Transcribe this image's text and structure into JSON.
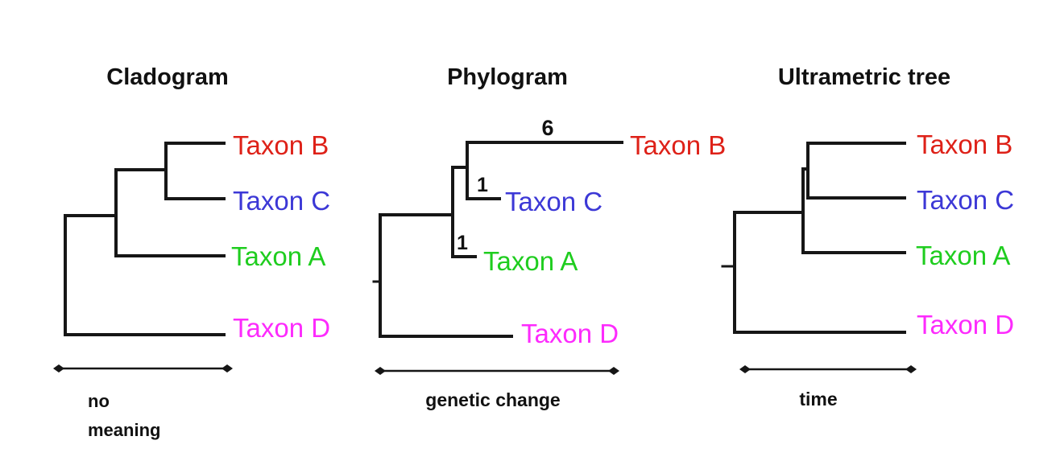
{
  "figure": {
    "background": "#ffffff",
    "line_color": "#161616",
    "text_color": "#111111"
  },
  "colors": {
    "taxon_b": "#de2118",
    "taxon_c": "#3c38d6",
    "taxon_a": "#1fcd1f",
    "taxon_d": "#fd2bfd"
  },
  "panels": {
    "cladogram": {
      "title": "Cladogram",
      "taxa": {
        "b": "Taxon B",
        "c": "Taxon C",
        "a": "Taxon A",
        "d": "Taxon D"
      },
      "axis_label_line1": "no",
      "axis_label_line2": "meaning"
    },
    "phylogram": {
      "title": "Phylogram",
      "taxa": {
        "b": "Taxon B",
        "c": "Taxon C",
        "a": "Taxon A",
        "d": "Taxon D"
      },
      "branch_lengths": {
        "b": "6",
        "c": "1",
        "a": "1"
      },
      "axis_label": "genetic change"
    },
    "ultrametric": {
      "title": "Ultrametric tree",
      "taxa": {
        "b": "Taxon B",
        "c": "Taxon C",
        "a": "Taxon A",
        "d": "Taxon D"
      },
      "axis_label": "time"
    }
  }
}
